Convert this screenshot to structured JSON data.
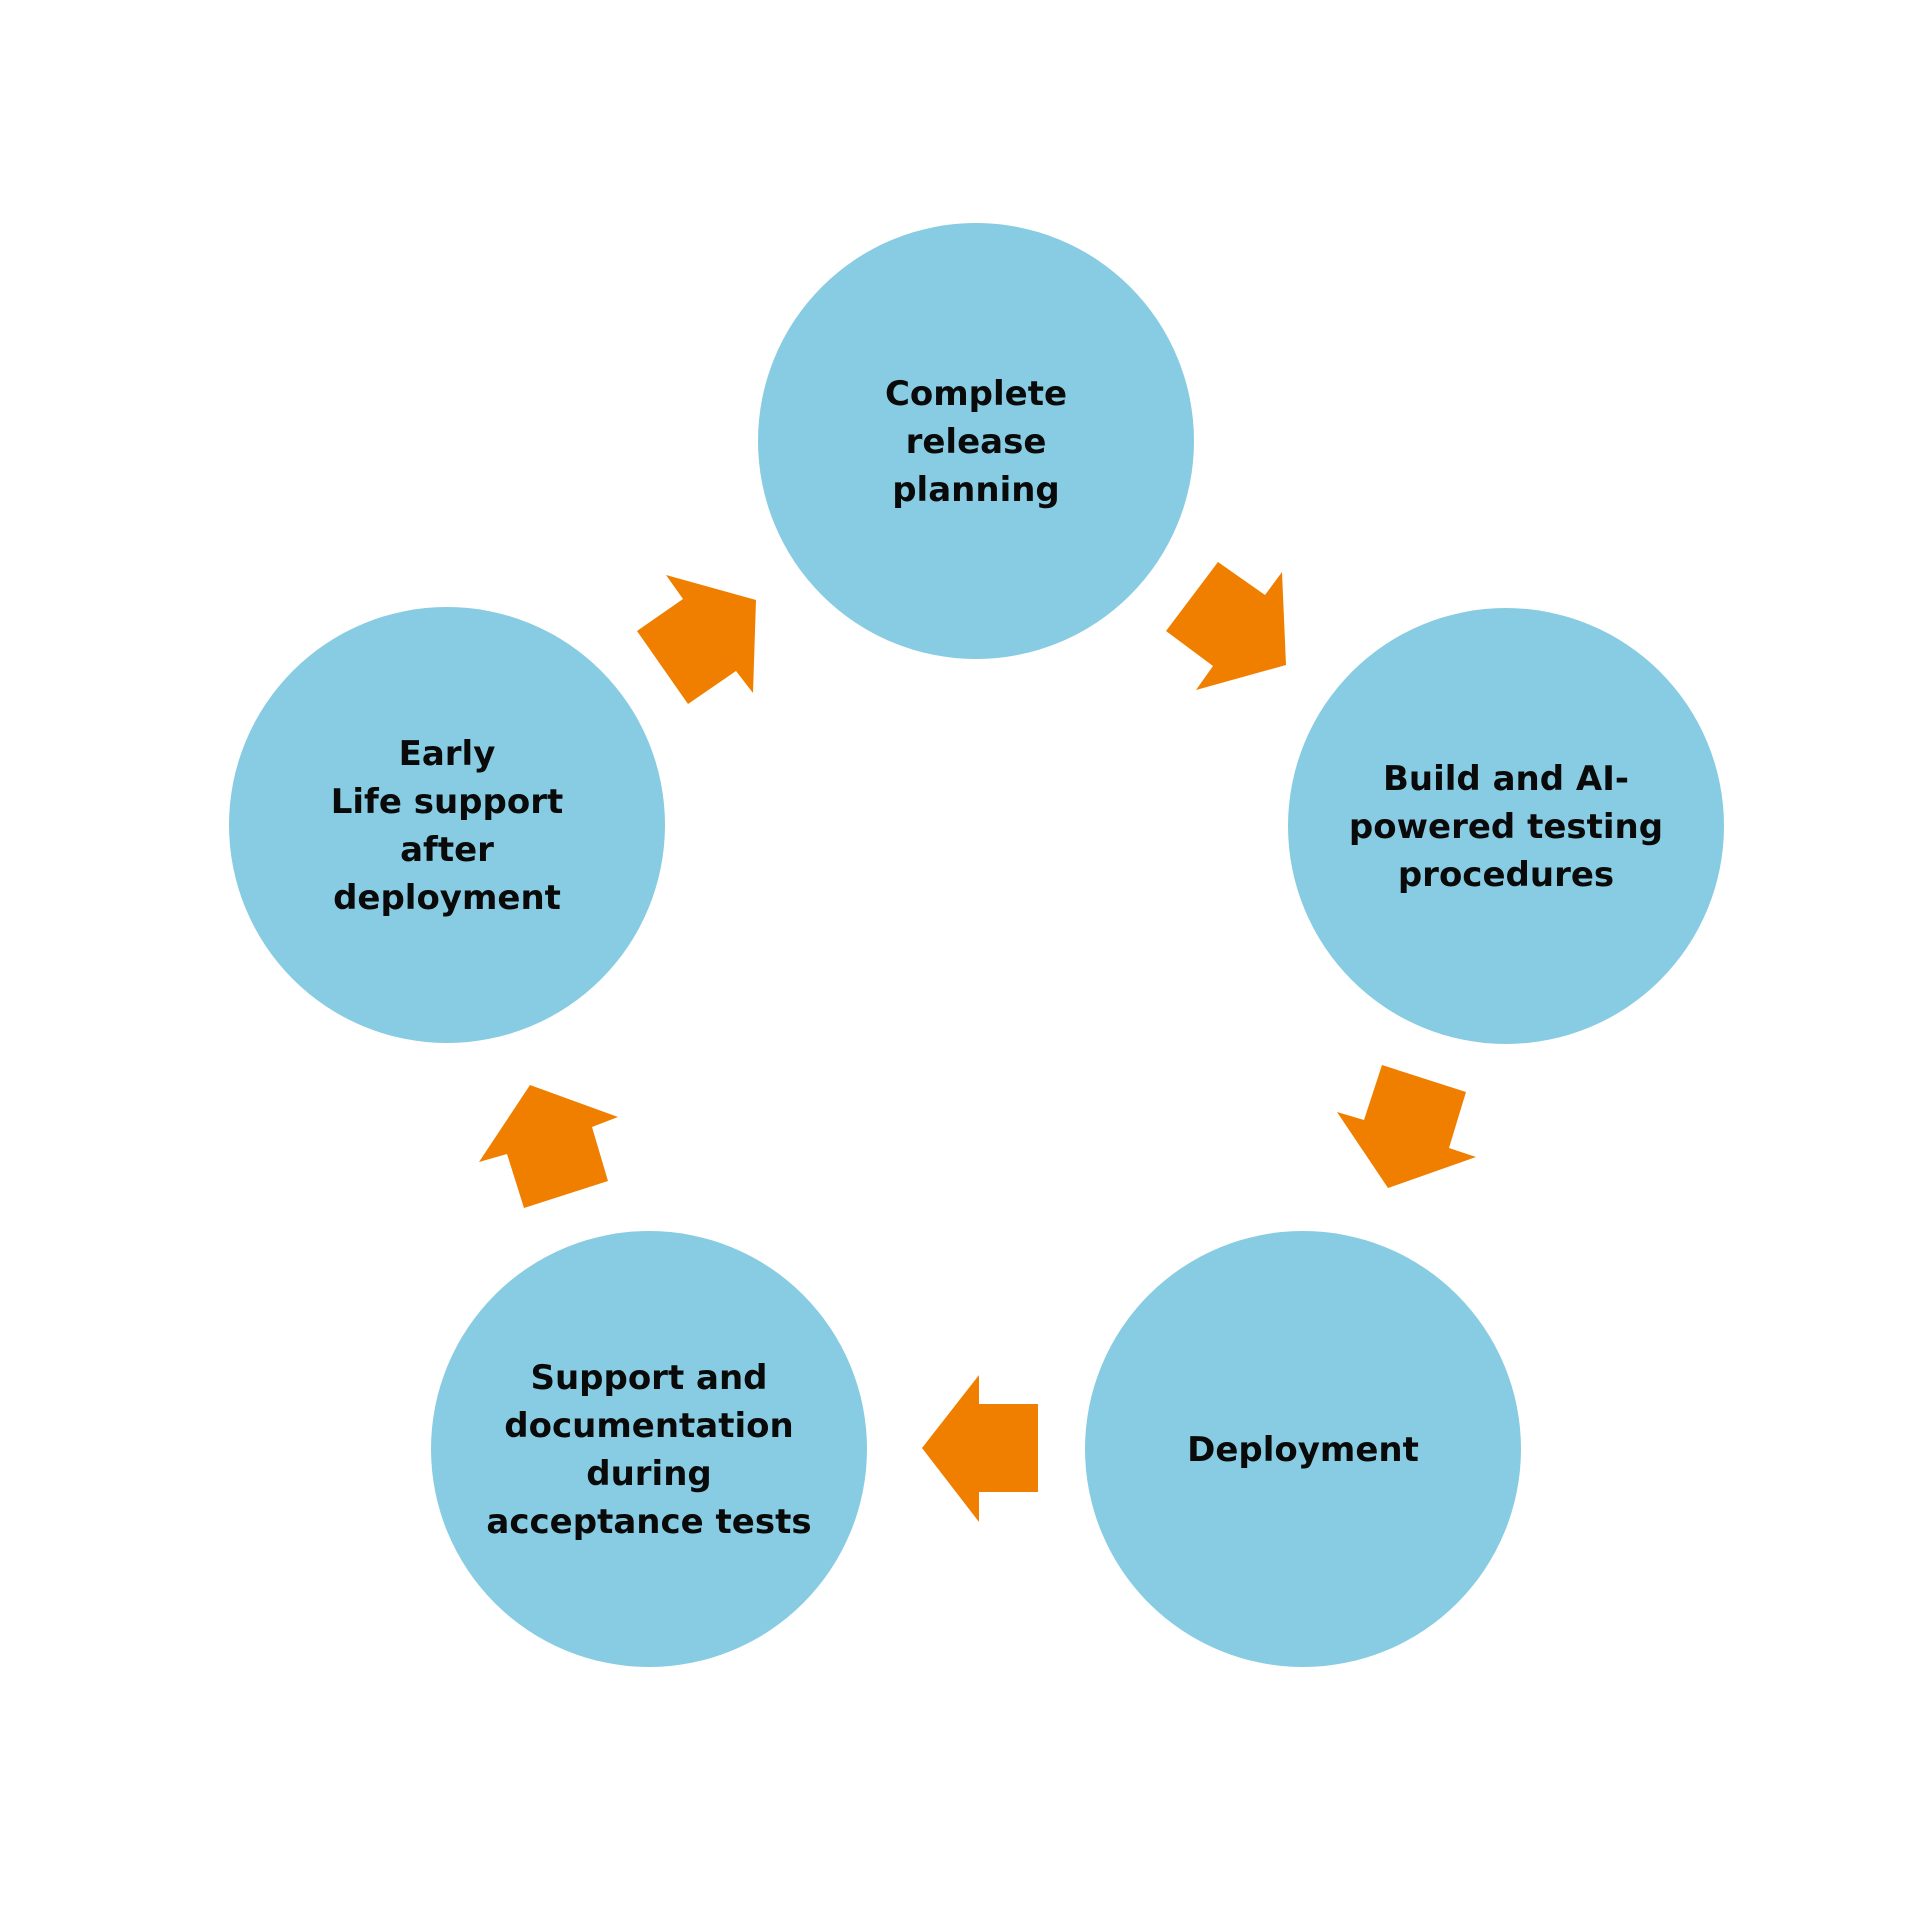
{
  "diagram": {
    "type": "cycle",
    "colors": {
      "circle": "#87cce2",
      "arrow": "#f07f00",
      "text": "#0a0a0a",
      "background": "#ffffff"
    },
    "stages": [
      {
        "lines": [
          "Complete",
          "release",
          "planning"
        ]
      },
      {
        "lines": [
          "Build and AI-",
          "powered testing",
          "procedures"
        ]
      },
      {
        "lines": [
          "Deployment"
        ]
      },
      {
        "lines": [
          "Support and",
          "documentation",
          "during",
          "acceptance tests"
        ]
      },
      {
        "lines": [
          "Early",
          "Life support",
          "after",
          "deployment"
        ]
      }
    ],
    "flow": [
      {
        "from": 0,
        "to": 1
      },
      {
        "from": 1,
        "to": 2
      },
      {
        "from": 2,
        "to": 3
      },
      {
        "from": 3,
        "to": 4
      },
      {
        "from": 4,
        "to": 0
      }
    ]
  }
}
